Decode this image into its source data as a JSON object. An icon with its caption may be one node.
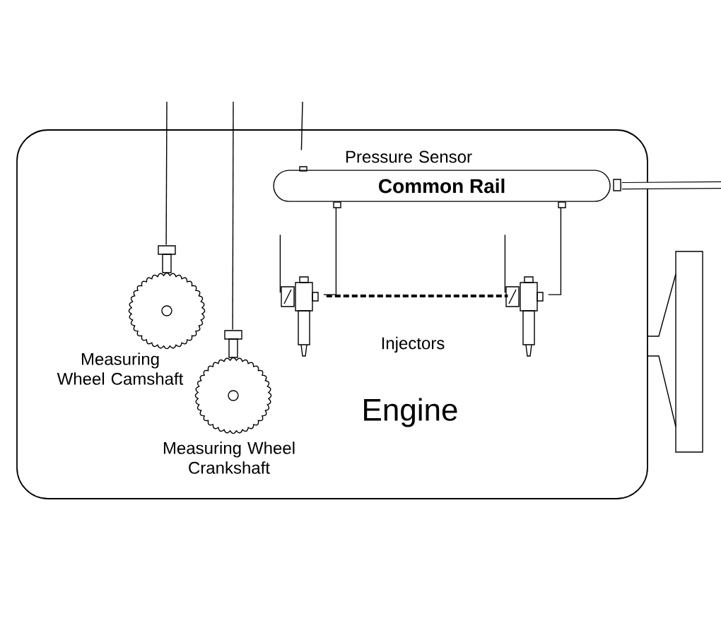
{
  "diagram": {
    "nodes": [
      {
        "text": [
          "Engine"
        ]
      },
      {
        "text": [
          "Common Rail"
        ],
        "beside": [
          "Pressure Sensor"
        ],
        "in": 0
      },
      {
        "text": [],
        "shape": "gear",
        "beside": [
          "Measuring Wheel Camshaft"
        ],
        "in": 0
      },
      {
        "text": [],
        "shape": "gear",
        "beside": [
          "Measuring Wheel Crankshaft"
        ],
        "in": 0
      },
      {
        "text": [],
        "shape": "injector",
        "in": 0
      },
      {
        "text": [],
        "shape": "injector",
        "in": 0
      }
    ],
    "edges": [
      {
        "from": null,
        "to": 1,
        "arrow": "none"
      },
      {
        "from": null,
        "to": 2,
        "arrow": "none"
      },
      {
        "from": null,
        "to": 3,
        "arrow": "none"
      },
      {
        "from": 1,
        "to": 4,
        "arrow": "none"
      },
      {
        "from": 1,
        "to": 5,
        "arrow": "none"
      },
      {
        "from": 4,
        "to": 5,
        "arrow": "none",
        "style": "dashed"
      },
      {
        "from": null,
        "to": 4,
        "arrow": "none"
      },
      {
        "from": null,
        "to": 5,
        "arrow": "none"
      },
      {
        "from": 1,
        "to": null,
        "arrow": "none",
        "style": "thick"
      }
    ],
    "labels": [
      "Injectors"
    ]
  }
}
